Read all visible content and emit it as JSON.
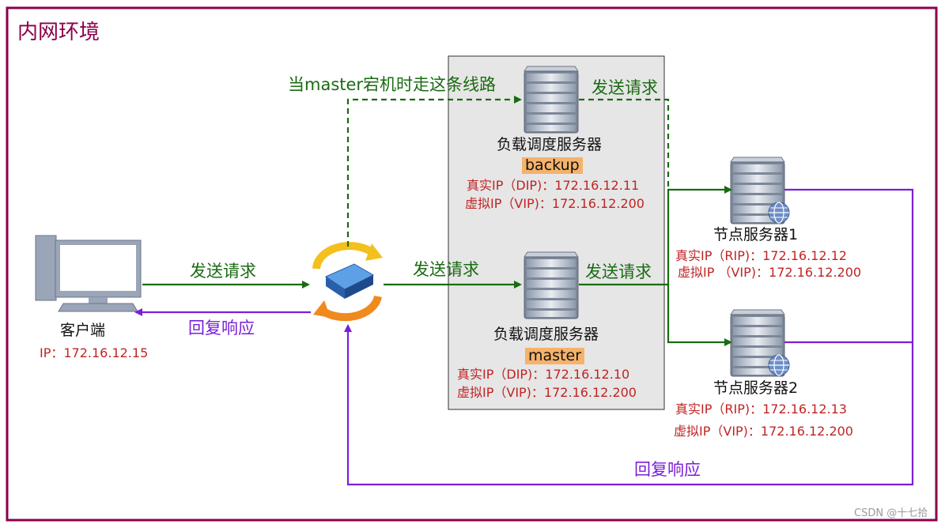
{
  "frame_title": "内网环境",
  "client": {
    "name": "客户端",
    "ip": "IP：172.16.12.15"
  },
  "edges": {
    "client_send": "发送请求",
    "client_reply": "回复响应",
    "switch_to_master": "发送请求",
    "backup_route": "当master宕机时走这条线路",
    "backup_send": "发送请求",
    "master_send": "发送请求",
    "bottom_reply": "回复响应"
  },
  "backup": {
    "name": "负载调度服务器",
    "role": "backup",
    "dip": "真实IP（DIP)：172.16.12.11",
    "vip": "虚拟IP（VIP)：172.16.12.200"
  },
  "master": {
    "name": "负载调度服务器",
    "role": "master",
    "dip": "真实IP（DIP)：172.16.12.10",
    "vip": "虚拟IP（VIP)：172.16.12.200"
  },
  "node1": {
    "name": "节点服务器1",
    "rip": "真实IP（RIP)：172.16.12.12",
    "vip": "虚拟IP （VIP)：172.16.12.200"
  },
  "node2": {
    "name": "节点服务器2",
    "rip": "真实IP（RIP)：172.16.12.13",
    "vip": "虚拟IP（VIP)：172.16.12.200"
  },
  "watermark": "CSDN @十七拾",
  "colors": {
    "frame": "#8b004b",
    "green": "#1a6b12",
    "purple": "#7a1fd8",
    "red": "#c02424",
    "group_bg": "#e6e6e6",
    "tag": "#f6b26b"
  }
}
